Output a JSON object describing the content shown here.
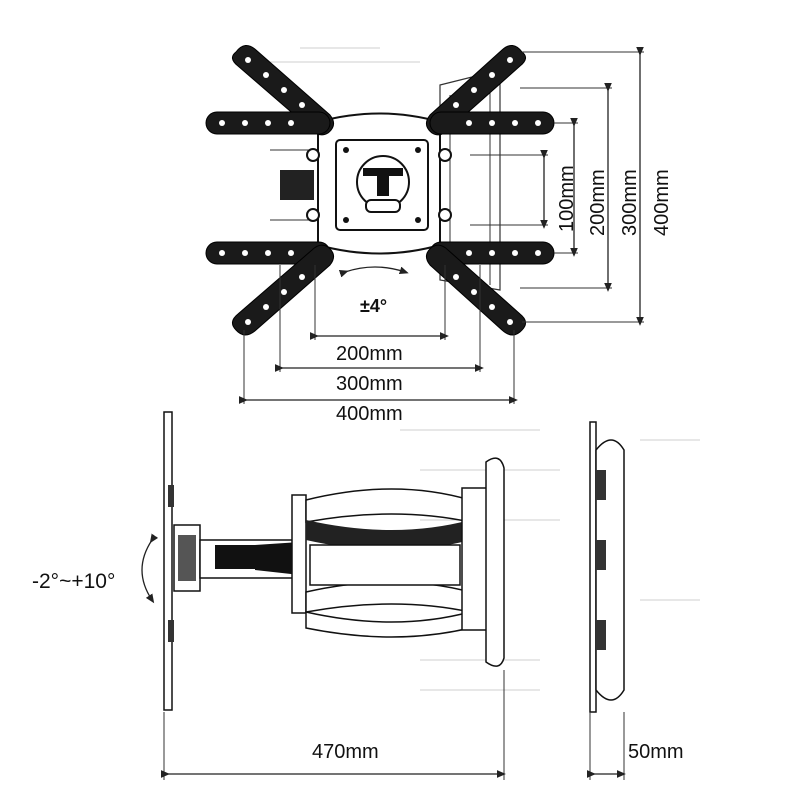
{
  "front_view": {
    "vesa_horizontal": [
      "200mm",
      "300mm",
      "400mm"
    ],
    "vesa_vertical": [
      "100mm",
      "200mm",
      "300mm",
      "400mm"
    ],
    "rotation": "±4°"
  },
  "side_view": {
    "tilt": "-2°~+10°",
    "extension": "470mm"
  },
  "end_view": {
    "depth": "50mm"
  },
  "colors": {
    "line": "#222222",
    "fill": "#1a1a1a"
  }
}
